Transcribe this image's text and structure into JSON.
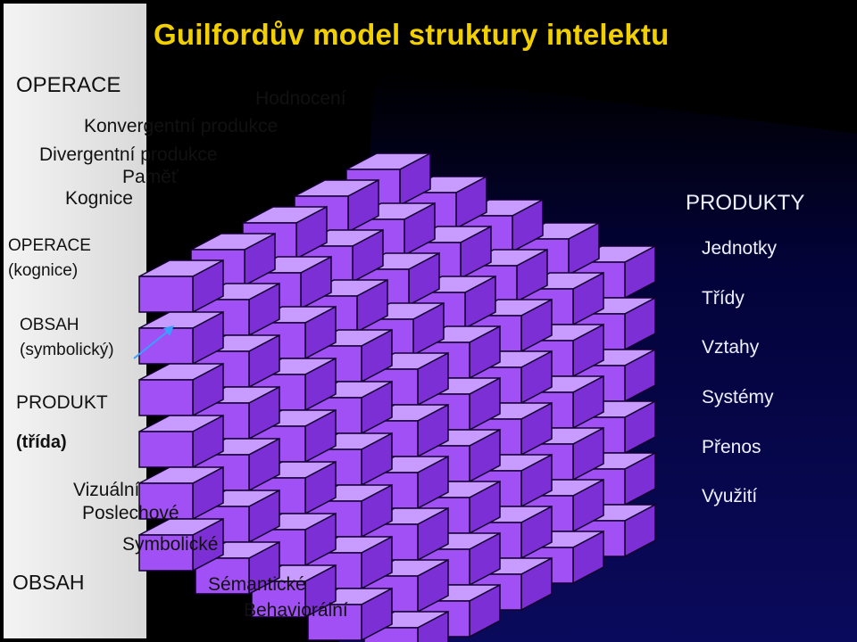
{
  "title": "Guilfordův model struktury intelektu",
  "colors": {
    "cube_front": "#a050f5",
    "cube_top": "#c79bff",
    "cube_side": "#7d2fd6",
    "edge": "#12002e",
    "panel": "#0a0a4a",
    "title": "#f2d000"
  },
  "operace": {
    "header": "OPERACE",
    "items": [
      "Hodnocení",
      "Konvergentní produkce",
      "Divergentní produkce",
      "Paměť",
      "Kognice"
    ]
  },
  "obsah": {
    "header": "OBSAH",
    "items": [
      "Vizuální",
      "Poslechové",
      "Symbolické",
      "Sémantické",
      "Behaviorální"
    ]
  },
  "produkty": {
    "header": "PRODUKTY",
    "items": [
      "Jednotky",
      "Třídy",
      "Vztahy",
      "Systémy",
      "Přenos",
      "Využití"
    ]
  },
  "example": {
    "operace_label": "OPERACE",
    "operace_value": "(kognice)",
    "obsah_label": "OBSAH",
    "obsah_value": "(symbolický)",
    "produkt_label": "PRODUKT",
    "produkt_value": "(třída)"
  }
}
